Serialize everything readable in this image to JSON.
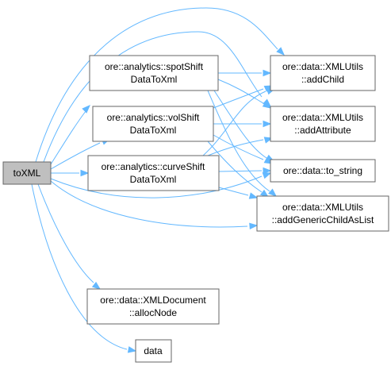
{
  "nodes": {
    "toxml": [
      "toXML"
    ],
    "spotshift": [
      "ore::analytics::spotShift",
      "DataToXml"
    ],
    "volshift": [
      "ore::analytics::volShift",
      "DataToXml"
    ],
    "curveshift": [
      "ore::analytics::curveShift",
      "DataToXml"
    ],
    "addchild": [
      "ore::data::XMLUtils",
      "::addChild"
    ],
    "addattribute": [
      "ore::data::XMLUtils",
      "::addAttribute"
    ],
    "tostring": [
      "ore::data::to_string"
    ],
    "addgenericchildaslist": [
      "ore::data::XMLUtils",
      "::addGenericChildAsList"
    ],
    "allocnode": [
      "ore::data::XMLDocument",
      "::allocNode"
    ],
    "data": [
      "data"
    ]
  },
  "colors": {
    "edge": "#63b8ff",
    "root_fill": "#bfbfbf",
    "node_border": "#666666"
  }
}
